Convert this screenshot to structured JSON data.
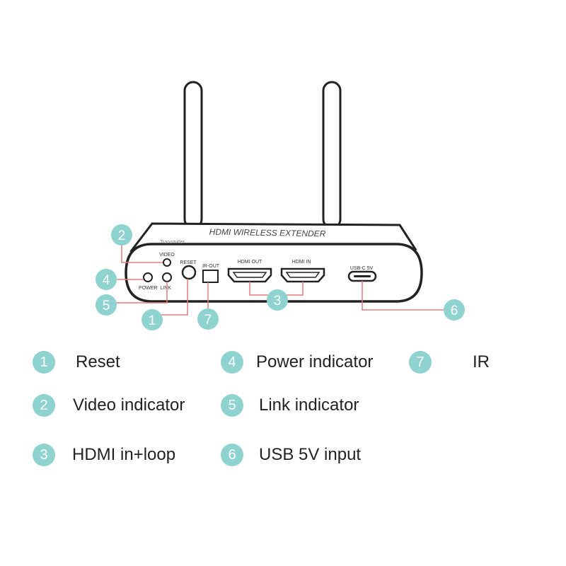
{
  "device": {
    "brand_label": "HDMI WIRELESS EXTENDER",
    "sub_label": "Transmitter",
    "ports": {
      "video": "VIDEO",
      "reset": "RESET",
      "power_link": "POWER  LINK",
      "ir_out": "IR-OUT",
      "hdmi_out": "HDMI OUT",
      "hdmi_in": "HDMI IN",
      "usb_c": "USB-C 5V"
    }
  },
  "callouts": [
    {
      "num": "1"
    },
    {
      "num": "2"
    },
    {
      "num": "3"
    },
    {
      "num": "4"
    },
    {
      "num": "5"
    },
    {
      "num": "6"
    },
    {
      "num": "7"
    }
  ],
  "legend": [
    {
      "num": "1",
      "label": "Reset"
    },
    {
      "num": "2",
      "label": "Video indicator"
    },
    {
      "num": "3",
      "label": "HDMI in+loop"
    },
    {
      "num": "4",
      "label": "Power indicator"
    },
    {
      "num": "5",
      "label": "Link indicator"
    },
    {
      "num": "6",
      "label": "USB 5V input"
    },
    {
      "num": "7",
      "label": "IR"
    }
  ],
  "colors": {
    "badge": "#8fd3d0",
    "leader": "#e87a7a",
    "outline": "#222222"
  }
}
